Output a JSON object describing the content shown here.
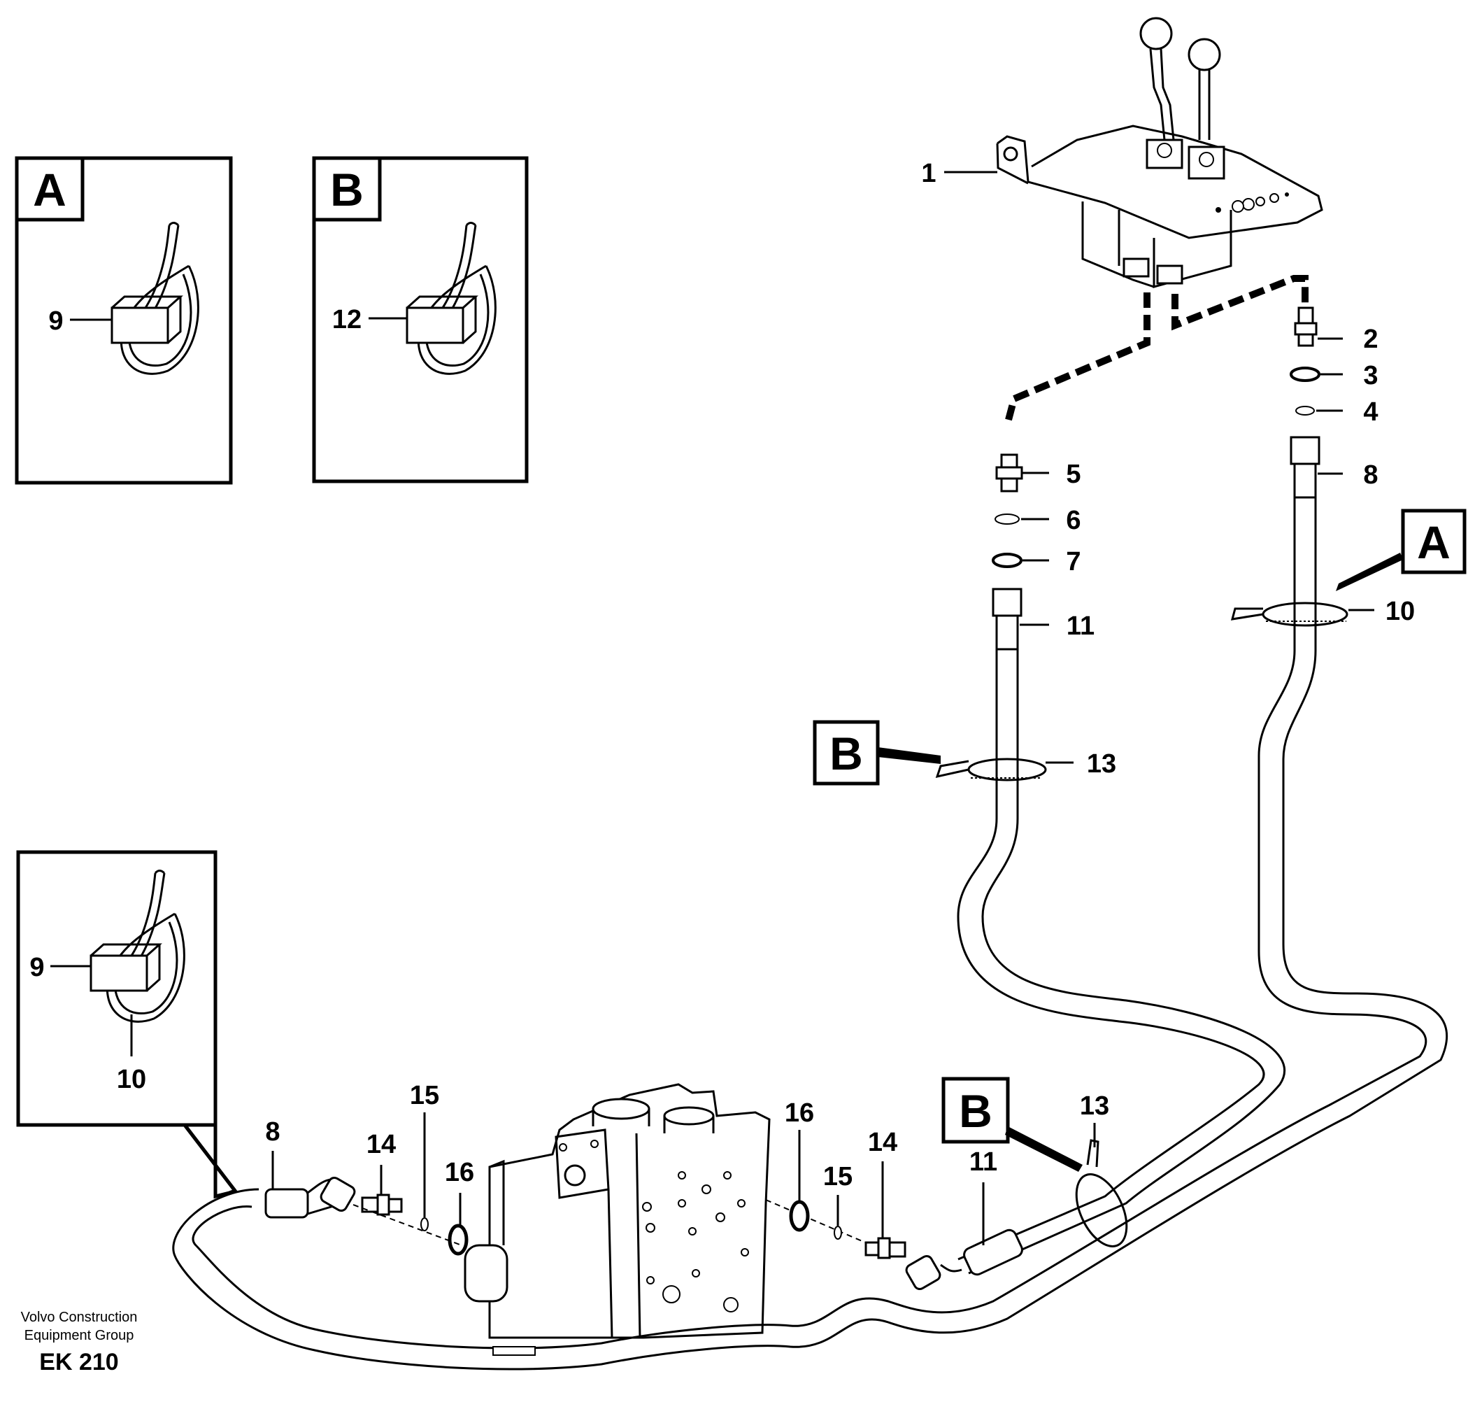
{
  "callouts": {
    "c1": "1",
    "c2": "2",
    "c3": "3",
    "c4": "4",
    "c5": "5",
    "c6": "6",
    "c7": "7",
    "c8_top": "8",
    "c8_bottom": "8",
    "c9_detail_a": "9",
    "c9_detail_bottom": "9",
    "c10_right": "10",
    "c10_detail_bottom": "10",
    "c11_upper": "11",
    "c11_lower": "11",
    "c12": "12",
    "c13_upper": "13",
    "c13_lower": "13",
    "c14_left": "14",
    "c14_right": "14",
    "c15_left": "15",
    "c15_right": "15",
    "c16_left": "16",
    "c16_right": "16"
  },
  "detail_labels": {
    "box_a": "A",
    "box_b": "B",
    "ref_a_right": "A",
    "ref_b_middle": "B",
    "ref_b_lower": "B"
  },
  "footer": {
    "company_line1": "Volvo Construction",
    "company_line2": "Equipment Group",
    "code": "EK 210"
  }
}
